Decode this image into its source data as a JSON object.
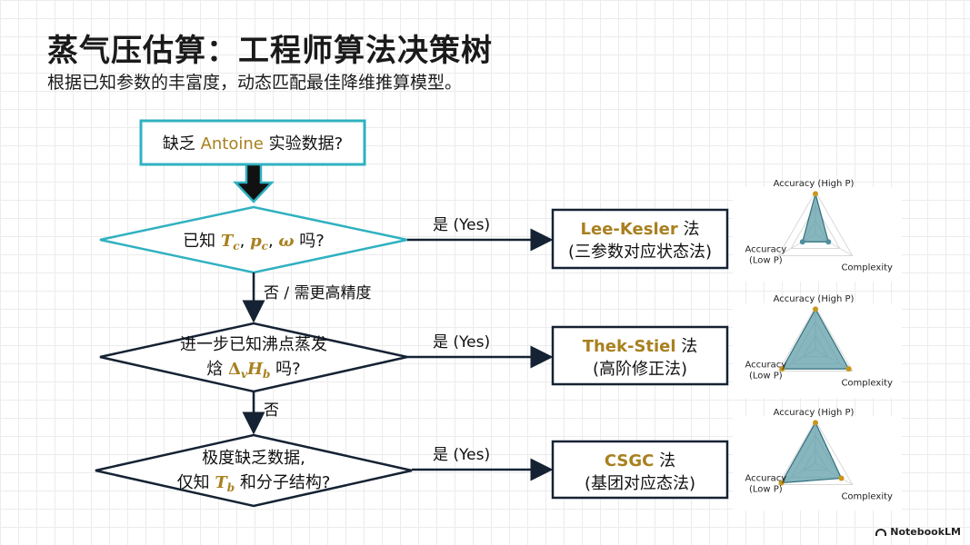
{
  "header": {
    "title": "蒸气压估算：工程师算法决策树",
    "subtitle": "根据已知参数的丰富度，动态匹配最佳降维推算模型。"
  },
  "start": {
    "prefix": "缺乏 ",
    "highlight": "Antoine",
    "suffix": " 实验数据?"
  },
  "decisions": [
    {
      "line1_prefix": "已知 ",
      "symbols": [
        "T",
        "c",
        "p",
        "c",
        "ω"
      ],
      "line1_suffix": " 吗?",
      "yes_label": "是 (Yes)",
      "result_name": "Lee-Kesler",
      "result_suffix": " 法",
      "result_desc": "(三参数对应状态法)"
    },
    {
      "line1": "进一步已知沸点蒸发",
      "line2_prefix": "焓 ",
      "delta": "Δ",
      "sub_v": "v",
      "H": "H",
      "sub_b": "b",
      "line2_suffix": " 吗?",
      "yes_label": "是 (Yes)",
      "result_name": "Thek-Stiel",
      "result_suffix": " 法",
      "result_desc": "(高阶修正法)"
    },
    {
      "line1": "极度缺乏数据,",
      "line2_prefix": "仅知 ",
      "T": "T",
      "sub_b": "b",
      "line2_suffix": " 和分子结构?",
      "yes_label": "是 (Yes)",
      "result_name": "CSGC",
      "result_suffix": " 法",
      "result_desc": "(基团对应态法)"
    }
  ],
  "edges": {
    "no_1": "否 / 需更高精度",
    "no_2": "否"
  },
  "radar": {
    "axis_top": "Accuracy (High P)",
    "axis_left_1": "Accuracy",
    "axis_left_2": "(Low P)",
    "axis_right": "Complexity",
    "fill_color": "#5f9ea8",
    "point_high_color": "#c9961a",
    "point_low_color": "#4e8fa0",
    "charts": [
      {
        "accuracy_high_p": 0.95,
        "accuracy_low_p": 0.35,
        "complexity": 0.35
      },
      {
        "accuracy_high_p": 0.95,
        "accuracy_low_p": 0.9,
        "complexity": 0.9
      },
      {
        "accuracy_high_p": 0.95,
        "accuracy_low_p": 0.92,
        "complexity": 0.7
      }
    ]
  },
  "brand": {
    "name": "NotebookLM"
  },
  "colors": {
    "teal": "#2fb1c0",
    "gold": "#a8801f",
    "navy": "#152233"
  }
}
